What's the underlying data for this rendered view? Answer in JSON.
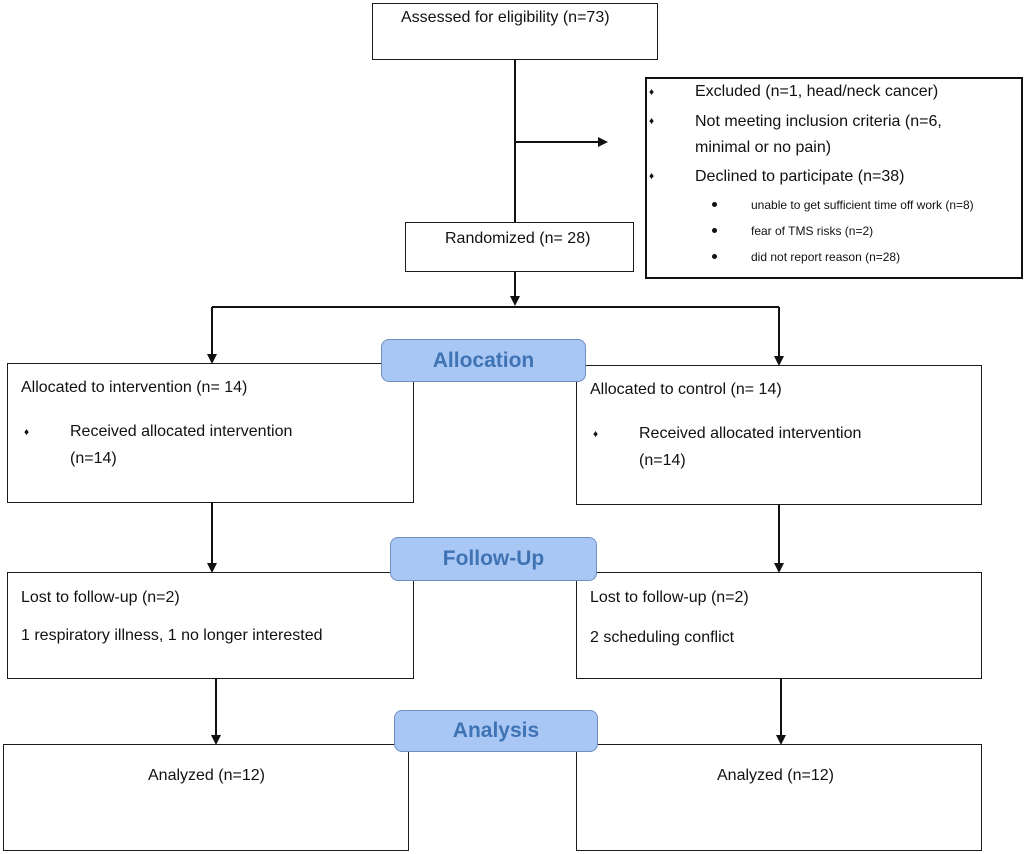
{
  "assessed": {
    "label": "Assessed for eligibility (n=73)"
  },
  "excluded": {
    "items": [
      {
        "text": "Excluded  (n=1, head/neck cancer)"
      },
      {
        "line1": "Not meeting inclusion criteria (n=6,",
        "line2": "minimal or no pain)"
      },
      {
        "text": "Declined to participate (n=38)"
      }
    ],
    "reasons": [
      "unable to get sufficient time off work (n=8)",
      "fear of TMS risks (n=2)",
      "did not report reason (n=28)"
    ]
  },
  "randomized": {
    "label": "Randomized (n= 28)"
  },
  "stages": {
    "allocation": "Allocation",
    "follow_up": "Follow-Up",
    "analysis": "Analysis"
  },
  "intervention": {
    "allocated": "Allocated to intervention (n= 14)",
    "received_line1": "Received allocated intervention",
    "received_line2": "(n=14)",
    "lost": "Lost to follow-up (n=2)",
    "lost_reason": "1 respiratory illness, 1 no longer interested",
    "analyzed": "Analyzed  (n=12)"
  },
  "control": {
    "allocated": "Allocated to control (n= 14)",
    "received_line1": "Received allocated intervention",
    "received_line2": "(n=14)",
    "lost": "Lost to follow-up (n=2)",
    "lost_reason": "2 scheduling conflict",
    "analyzed": "Analyzed  (n=12)"
  },
  "colors": {
    "stage_fill": "#a9c7f4",
    "stage_text": "#3f73b4",
    "line": "#111111"
  }
}
